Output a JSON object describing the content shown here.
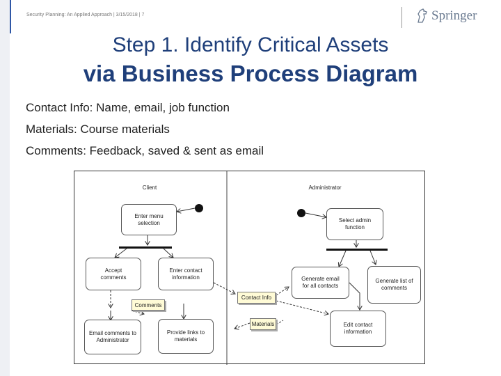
{
  "header": {
    "footer": "Security Planning: An Applied Approach | 3/15/2018 | 7",
    "logo_text": "Springer",
    "logo_icon": "springer-horse-icon"
  },
  "title": {
    "line1": "Step 1. Identify Critical Assets",
    "line2": "via Business Process Diagram"
  },
  "info": [
    {
      "key": "Contact Info",
      "value": ": Name, email, job function"
    },
    {
      "key": "Materials",
      "value": ": Course materials"
    },
    {
      "key": "Comments",
      "value": ":  Feedback, saved & sent as email"
    }
  ],
  "diagram": {
    "lanes": [
      "Client",
      "Administrator"
    ],
    "activities": {
      "enter_menu": "Enter menu selection",
      "accept_comments": "Accept comments",
      "enter_contact": "Enter contact information",
      "email_comments": "Email comments to Administrator",
      "provide_links": "Provide links to materials",
      "select_admin": "Select admin function",
      "generate_email": "Generate email for all contacts",
      "generate_list": "Generate list of comments",
      "edit_contact": "Edit contact information"
    },
    "objects": {
      "comments": "Comments",
      "contact_info": "Contact Info",
      "materials": "Materials"
    }
  }
}
